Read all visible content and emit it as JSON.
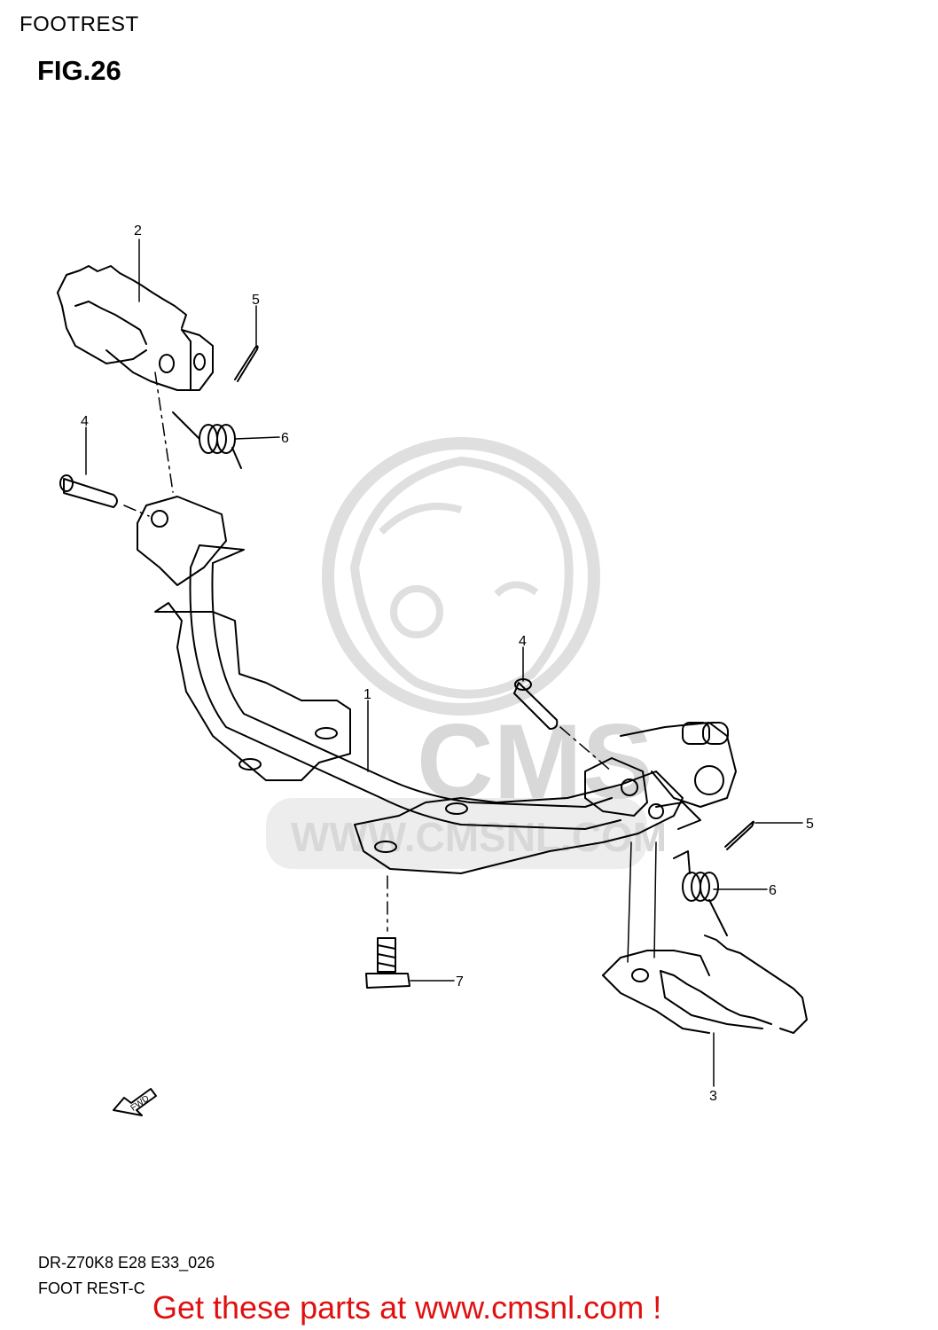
{
  "header": {
    "section_title": "FOOTREST",
    "figure_label": "FIG.26"
  },
  "callouts": [
    {
      "id": "callout-2",
      "text": "2"
    },
    {
      "id": "callout-5-top",
      "text": "5"
    },
    {
      "id": "callout-4-left",
      "text": "4"
    },
    {
      "id": "callout-6-top",
      "text": "6"
    },
    {
      "id": "callout-4-mid",
      "text": "4"
    },
    {
      "id": "callout-1",
      "text": "1"
    },
    {
      "id": "callout-5-right",
      "text": "5"
    },
    {
      "id": "callout-6-right",
      "text": "6"
    },
    {
      "id": "callout-7",
      "text": "7"
    },
    {
      "id": "callout-3",
      "text": "3"
    }
  ],
  "watermark": {
    "logo_text": "CMS",
    "url_text": "WWW.CMSNL.COM"
  },
  "fwd_badge": "FWD",
  "footer": {
    "model_code": "DR-Z70K8 E28 E33_026",
    "subtitle": "FOOT REST-C",
    "promo": "Get these parts at www.cmsnl.com !"
  },
  "colors": {
    "promo": "#e01010",
    "watermark": "#d4d4d4",
    "ink": "#000000"
  }
}
